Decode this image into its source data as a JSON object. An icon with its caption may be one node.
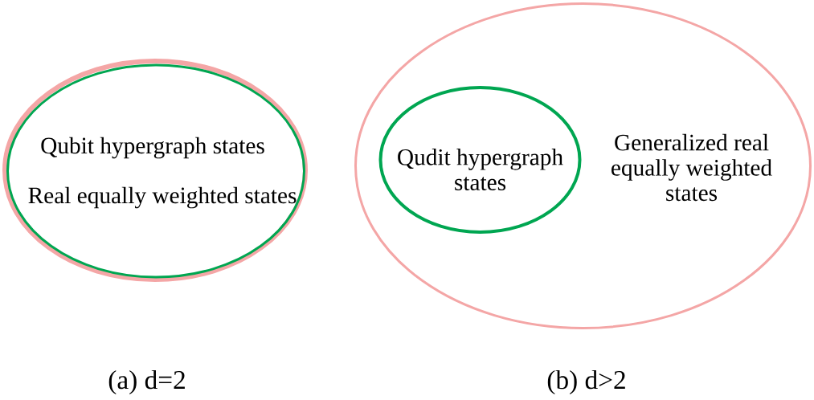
{
  "diagram": {
    "nodes": [
      {
        "text": [],
        "shape": "ellipse"
      },
      {
        "text": [
          "Qubit hypergraph states",
          "Real equally weighted states"
        ],
        "in": 0
      },
      {
        "text": [
          "Generalized real equally weighted states"
        ]
      },
      {
        "text": [
          "Qudit hypergraph states"
        ],
        "in": 2
      }
    ],
    "labels": [
      "(a) d=2",
      "(b) d>2"
    ]
  }
}
